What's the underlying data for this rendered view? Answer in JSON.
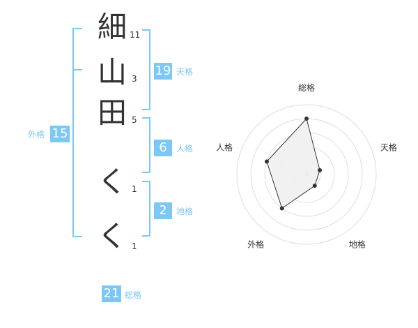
{
  "name": {
    "characters": [
      {
        "char": "細",
        "strokes": "11"
      },
      {
        "char": "山",
        "strokes": "3"
      },
      {
        "char": "田",
        "strokes": "5"
      },
      {
        "char": "く",
        "strokes": "1"
      },
      {
        "char": "く",
        "strokes": "1"
      }
    ]
  },
  "fortune": {
    "tenkaku": {
      "value": "19",
      "label": "天格"
    },
    "jinkaku": {
      "value": "6",
      "label": "人格"
    },
    "chikaku": {
      "value": "2",
      "label": "地格"
    },
    "gaikaku": {
      "value": "15",
      "label": "外格"
    },
    "soukaku": {
      "value": "21",
      "label": "総格"
    }
  },
  "colors": {
    "accent": "#7cc7f5",
    "text": "#333333",
    "fill": "#f0f0f0",
    "ring": "#dddddd"
  },
  "chart_data": {
    "type": "radar",
    "axes": [
      "総格",
      "天格",
      "地格",
      "外格",
      "人格"
    ],
    "values": [
      4,
      1,
      1,
      3,
      3
    ],
    "max": 5,
    "rings": 5
  }
}
